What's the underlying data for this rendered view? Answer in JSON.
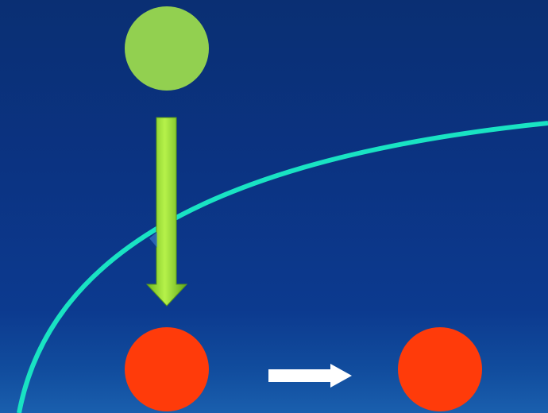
{
  "diagram": {
    "nodes": [
      {
        "id": "top-node",
        "shape": "circle",
        "color": "#92d050"
      },
      {
        "id": "bottom-left-node",
        "shape": "circle",
        "color": "#ff3b0a"
      },
      {
        "id": "bottom-right-node",
        "shape": "circle",
        "color": "#ff3b0a"
      }
    ],
    "arrows": [
      {
        "id": "vertical-arrow",
        "from": "top-node",
        "to": "bottom-left-node",
        "style": "block",
        "color": "#8fd63a"
      },
      {
        "id": "horizontal-arrow",
        "from": "bottom-left-node",
        "to": "bottom-right-node",
        "style": "block",
        "color": "#ffffff"
      }
    ],
    "boundary_curve": {
      "shape": "arc",
      "color": "#19e3c3"
    }
  },
  "colors": {
    "background_top": "#0a2f73",
    "background_bottom": "#1a5fae",
    "green": "#92d050",
    "red": "#ff3b0a",
    "teal": "#19e3c3",
    "white": "#ffffff"
  }
}
